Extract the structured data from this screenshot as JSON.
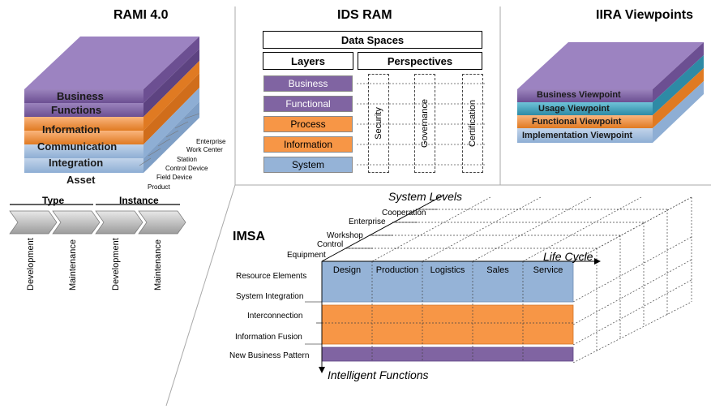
{
  "rami": {
    "title": "RAMI 4.0",
    "layers": [
      "Business",
      "Functions",
      "Information",
      "Communication",
      "Integration",
      "Asset"
    ],
    "hierarchy": [
      "Enterprise",
      "Work Center",
      "Station",
      "Control Device",
      "Field Device",
      "Product"
    ],
    "lifecycle": {
      "type_label": "Type",
      "instance_label": "Instance",
      "stages": [
        "Development",
        "Maintenance",
        "Development",
        "Maintenance"
      ]
    }
  },
  "ids": {
    "title": "IDS RAM",
    "data_spaces": "Data Spaces",
    "layers_label": "Layers",
    "perspectives_label": "Perspectives",
    "layers": [
      "Business",
      "Functional",
      "Process",
      "Information",
      "System"
    ],
    "perspectives": [
      "Security",
      "Governance",
      "Certification"
    ]
  },
  "iira": {
    "title": "IIRA Viewpoints",
    "viewpoints": [
      "Business Viewpoint",
      "Usage Viewpoint",
      "Functional Viewpoint",
      "Implementation Viewpoint"
    ]
  },
  "imsa": {
    "title": "IMSA",
    "system_levels_label": "System Levels",
    "system_levels": [
      "Cooperation",
      "Enterprise",
      "Workshop",
      "Control",
      "Equipment"
    ],
    "life_cycle_label": "Life Cycle",
    "life_cycle": [
      "Design",
      "Production",
      "Logistics",
      "Sales",
      "Service"
    ],
    "functions_label": "Intelligent Functions",
    "functions": [
      "Resource Elements",
      "System Integration",
      "Interconnection",
      "Information Fusion",
      "New Business Pattern"
    ]
  },
  "colors": {
    "purple": "#8064a2",
    "orange": "#f79646",
    "blue": "#95b3d7",
    "teal": "#4bacc6"
  }
}
